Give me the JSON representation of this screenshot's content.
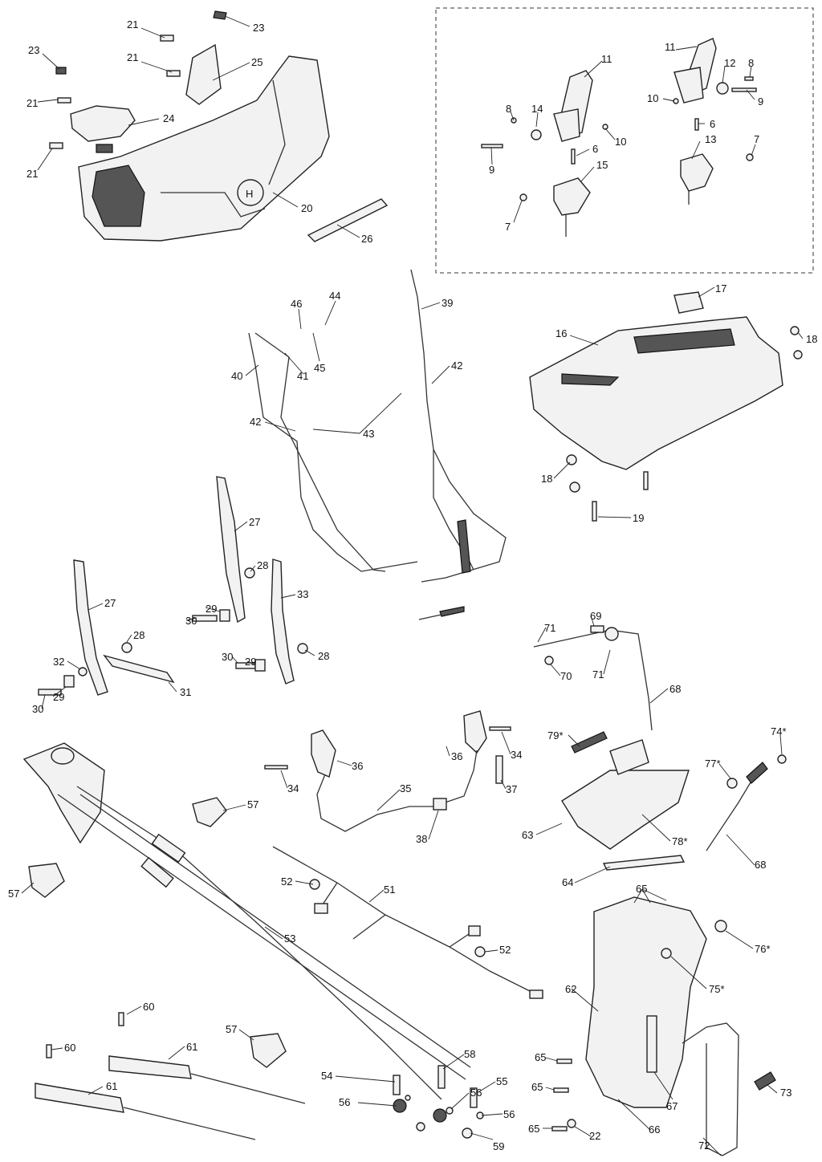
{
  "diagram": {
    "callouts": [
      {
        "t": "21"
      },
      {
        "t": "23"
      },
      {
        "t": "23"
      },
      {
        "t": "21"
      },
      {
        "t": "25"
      },
      {
        "t": "21"
      },
      {
        "t": "24"
      },
      {
        "t": "21"
      },
      {
        "t": "20"
      },
      {
        "t": "26"
      },
      {
        "t": "11"
      },
      {
        "t": "11"
      },
      {
        "t": "12"
      },
      {
        "t": "8"
      },
      {
        "t": "10"
      },
      {
        "t": "9"
      },
      {
        "t": "8"
      },
      {
        "t": "14"
      },
      {
        "t": "10"
      },
      {
        "t": "6"
      },
      {
        "t": "6"
      },
      {
        "t": "13"
      },
      {
        "t": "7"
      },
      {
        "t": "9"
      },
      {
        "t": "15"
      },
      {
        "t": "7"
      },
      {
        "t": "39"
      },
      {
        "t": "46"
      },
      {
        "t": "44"
      },
      {
        "t": "45"
      },
      {
        "t": "40"
      },
      {
        "t": "41"
      },
      {
        "t": "42"
      },
      {
        "t": "42"
      },
      {
        "t": "43"
      },
      {
        "t": "17"
      },
      {
        "t": "16"
      },
      {
        "t": "18"
      },
      {
        "t": "18"
      },
      {
        "t": "19"
      },
      {
        "t": "27"
      },
      {
        "t": "28"
      },
      {
        "t": "27"
      },
      {
        "t": "33"
      },
      {
        "t": "30"
      },
      {
        "t": "29"
      },
      {
        "t": "28"
      },
      {
        "t": "32"
      },
      {
        "t": "30"
      },
      {
        "t": "29"
      },
      {
        "t": "28"
      },
      {
        "t": "30"
      },
      {
        "t": "29"
      },
      {
        "t": "31"
      },
      {
        "t": "69"
      },
      {
        "t": "71"
      },
      {
        "t": "70"
      },
      {
        "t": "71"
      },
      {
        "t": "68"
      },
      {
        "t": "36"
      },
      {
        "t": "36"
      },
      {
        "t": "34"
      },
      {
        "t": "34"
      },
      {
        "t": "35"
      },
      {
        "t": "37"
      },
      {
        "t": "38"
      },
      {
        "t": "79*"
      },
      {
        "t": "74*"
      },
      {
        "t": "77*"
      },
      {
        "t": "63"
      },
      {
        "t": "78*"
      },
      {
        "t": "68"
      },
      {
        "t": "57"
      },
      {
        "t": "57"
      },
      {
        "t": "52"
      },
      {
        "t": "51"
      },
      {
        "t": "52"
      },
      {
        "t": "53"
      },
      {
        "t": "64"
      },
      {
        "t": "65"
      },
      {
        "t": "76*"
      },
      {
        "t": "62"
      },
      {
        "t": "75*"
      },
      {
        "t": "60"
      },
      {
        "t": "60"
      },
      {
        "t": "61"
      },
      {
        "t": "61"
      },
      {
        "t": "57"
      },
      {
        "t": "58"
      },
      {
        "t": "54"
      },
      {
        "t": "56"
      },
      {
        "t": "56"
      },
      {
        "t": "55"
      },
      {
        "t": "56"
      },
      {
        "t": "59"
      },
      {
        "t": "65"
      },
      {
        "t": "65"
      },
      {
        "t": "65"
      },
      {
        "t": "22"
      },
      {
        "t": "66"
      },
      {
        "t": "67"
      },
      {
        "t": "73"
      },
      {
        "t": "72"
      }
    ]
  }
}
